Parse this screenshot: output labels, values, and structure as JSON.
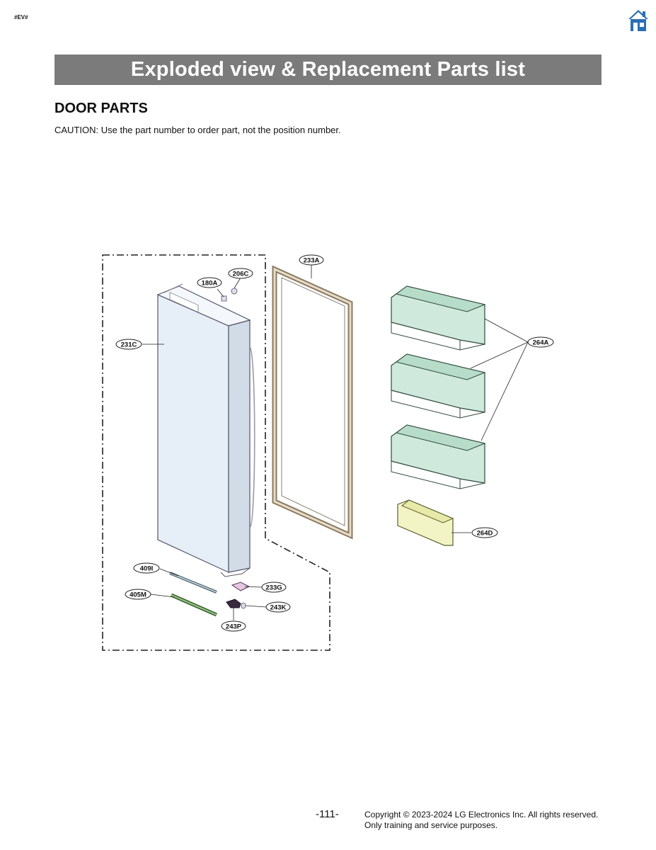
{
  "header": {
    "tag": "#EV#",
    "home_icon": "home-icon",
    "banner": "Exploded view & Replacement Parts list"
  },
  "section": {
    "title": "DOOR PARTS",
    "caution": "CAUTION: Use the part number to order part, not the position number."
  },
  "diagram": {
    "labels": {
      "l233A": "233A",
      "l206C": "206C",
      "l180A": "180A",
      "l231C": "231C",
      "l264A": "264A",
      "l264D": "264D",
      "l409I": "409I",
      "l405M": "405M",
      "l233G": "233G",
      "l243K": "243K",
      "l243P": "243P"
    }
  },
  "footer": {
    "page": "-111-",
    "copyright_line1": "Copyright © 2023-2024 LG Electronics Inc. All rights reserved.",
    "copyright_line2": "Only training and service purposes."
  }
}
